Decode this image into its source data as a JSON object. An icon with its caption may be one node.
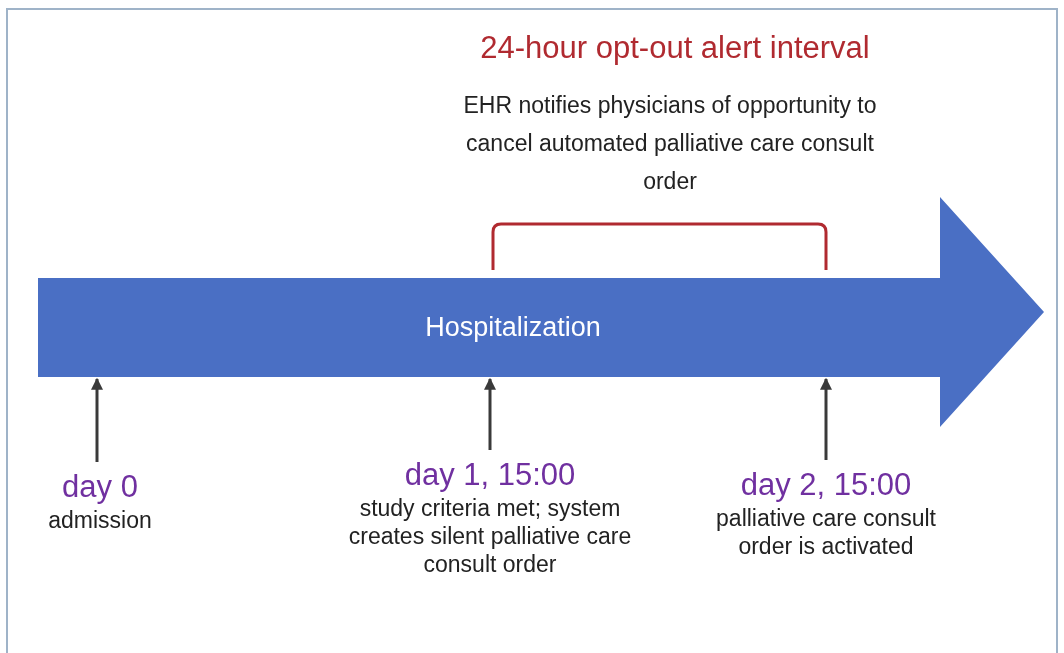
{
  "diagram": {
    "nodes": [
      {
        "text": [
          "Hospitalization"
        ]
      },
      {
        "text": [
          "day 0",
          "admission"
        ]
      },
      {
        "text": [
          "day 1, 15:00",
          "study criteria met; system creates silent palliative care consult order"
        ]
      },
      {
        "text": [
          "day 2, 15:00",
          "palliative care consult order is activated"
        ]
      }
    ],
    "edges": [
      {
        "from": 1,
        "to": 0,
        "arrow": "to"
      },
      {
        "from": 2,
        "to": 0,
        "arrow": "to"
      },
      {
        "from": 3,
        "to": 0,
        "arrow": "to"
      }
    ],
    "labels": [
      "24-hour opt-out alert interval",
      "EHR notifies physicians of opportunity to cancel automated palliative care consult order"
    ]
  }
}
